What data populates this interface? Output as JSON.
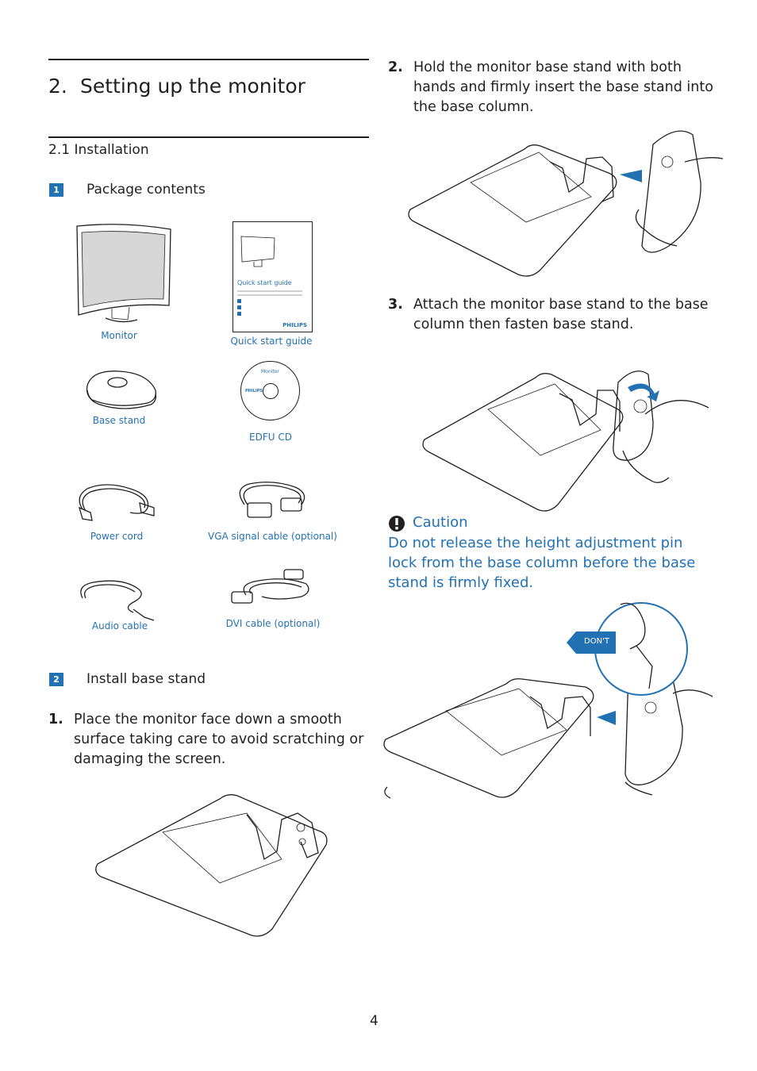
{
  "section": {
    "number": "2.",
    "title": "Setting up the monitor",
    "subsection": "2.1 Installation"
  },
  "step1": {
    "badge": "1",
    "title": "Package contents",
    "items": {
      "monitor": "Monitor",
      "quick_start": "Quick start guide",
      "base_stand": "Base stand",
      "edfu_cd": "EDFU CD",
      "power_cord": "Power cord",
      "vga_cable": "VGA signal cable (optional)",
      "audio_cable": "Audio cable",
      "dvi_cable": "DVI cable (optional)"
    },
    "guide_cover": {
      "title": "Quick start guide",
      "brand": "PHILIPS"
    },
    "cd_label": {
      "title": "Monitor",
      "brand": "PHILIPS"
    }
  },
  "step2": {
    "badge": "2",
    "title": "Install base stand",
    "instructions": [
      {
        "num": "1.",
        "text": "Place the monitor face down a smooth surface taking care to avoid scratching or damaging the screen."
      },
      {
        "num": "2.",
        "text": "Hold the monitor base stand with both hands and firmly insert the base stand into the base column."
      },
      {
        "num": "3.",
        "text": "Attach the monitor base stand to the base column then fasten base stand."
      }
    ]
  },
  "caution": {
    "title": "Caution",
    "text": "Do not release the height adjustment pin lock from the base column before the base stand is firmly fixed.",
    "dont_label": "DON'T"
  },
  "page_number": "4",
  "colors": {
    "accent": "#2272b3",
    "text": "#231f20"
  }
}
